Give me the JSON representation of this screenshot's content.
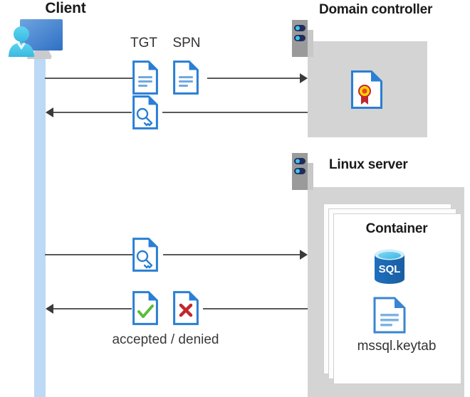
{
  "diagram": {
    "title_client": "Client",
    "domain_controller": {
      "title": "Domain controller",
      "icon": "server-rack-icon",
      "contents": [
        {
          "name": "certificate-icon",
          "label": ""
        }
      ]
    },
    "linux_server": {
      "title": "Linux server",
      "icon": "server-rack-icon",
      "container": {
        "title": "Container",
        "sql_icon": "sql-database-icon",
        "keytab_icon": "document-icon",
        "keytab_label": "mssql.keytab",
        "stack_count": 3
      }
    },
    "messages": [
      {
        "id": "tgt",
        "label": "TGT",
        "icon": "document-icon",
        "direction": "right"
      },
      {
        "id": "spn",
        "label": "SPN",
        "icon": "document-icon",
        "direction": "right"
      },
      {
        "id": "ticket-return",
        "label": "",
        "icon": "key-document-icon",
        "direction": "left"
      },
      {
        "id": "ticket-present",
        "label": "",
        "icon": "key-document-icon",
        "direction": "right"
      },
      {
        "id": "accepted",
        "label": "",
        "icon": "check-document-icon",
        "direction": "left"
      },
      {
        "id": "denied",
        "label": "",
        "icon": "cross-document-icon",
        "direction": "left"
      }
    ],
    "verdict_label": "accepted / denied",
    "colors": {
      "lifeline": "#bcd9f5",
      "panel_gray": "#d4d4d4",
      "rack_gray": "#9a9a9a",
      "rack_pill": "#1f2d5c",
      "rack_dot": "#3fc1f0",
      "doc_blue": "#2a7fd4",
      "doc_fold": "#2a7fd4",
      "accent_green": "#5bbd3a",
      "accent_red": "#c1272d",
      "sql_blue": "#1c6cb5",
      "cert_yellow": "#ffd400",
      "cert_red": "#c1272d",
      "arrow": "#3a3a3a",
      "text": "#1a1a1a"
    }
  }
}
